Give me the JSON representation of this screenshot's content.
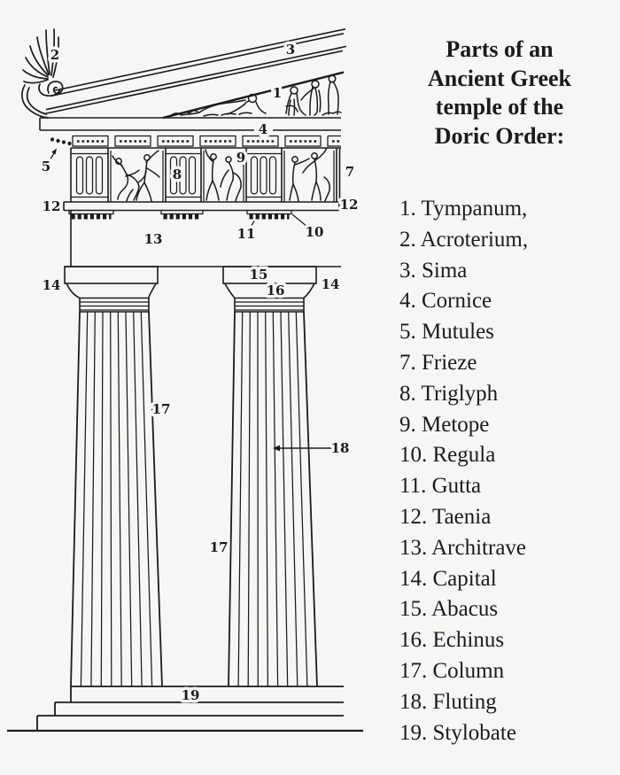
{
  "colors": {
    "background": "#f7f6f4",
    "ink": "#1b1b1b"
  },
  "title": {
    "lines": [
      "Parts of an",
      "Ancient Greek",
      "temple of the",
      "Doric Order:"
    ]
  },
  "legend": {
    "items": [
      "1. Tympanum,",
      "2. Acroterium,",
      "3. Sima",
      "4. Cornice",
      "5. Mutules",
      "7. Frieze",
      "8. Triglyph",
      "9. Metope",
      "10. Regula",
      "11. Gutta",
      "12. Taenia",
      "13. Architrave",
      "14. Capital",
      "15. Abacus",
      "16. Echinus",
      "17. Column",
      "18. Fluting",
      "19. Stylobate"
    ]
  },
  "diagram": {
    "labels": [
      {
        "part": "tympanum",
        "text": "1"
      },
      {
        "part": "acroterium",
        "text": "2"
      },
      {
        "part": "sima",
        "text": "3"
      },
      {
        "part": "cornice",
        "text": "4"
      },
      {
        "part": "mutules",
        "text": "5"
      },
      {
        "part": "frieze",
        "text": "7"
      },
      {
        "part": "triglyph",
        "text": "8"
      },
      {
        "part": "metope",
        "text": "9"
      },
      {
        "part": "regula",
        "text": "10"
      },
      {
        "part": "gutta",
        "text": "11"
      },
      {
        "part": "taenia-left",
        "text": "12"
      },
      {
        "part": "taenia-right",
        "text": "12"
      },
      {
        "part": "architrave",
        "text": "13"
      },
      {
        "part": "capital-left",
        "text": "14"
      },
      {
        "part": "capital-right",
        "text": "14"
      },
      {
        "part": "abacus",
        "text": "15"
      },
      {
        "part": "echinus",
        "text": "16"
      },
      {
        "part": "column-left",
        "text": "17"
      },
      {
        "part": "column-right",
        "text": "17"
      },
      {
        "part": "fluting",
        "text": "18"
      },
      {
        "part": "stylobate",
        "text": "19"
      }
    ]
  }
}
